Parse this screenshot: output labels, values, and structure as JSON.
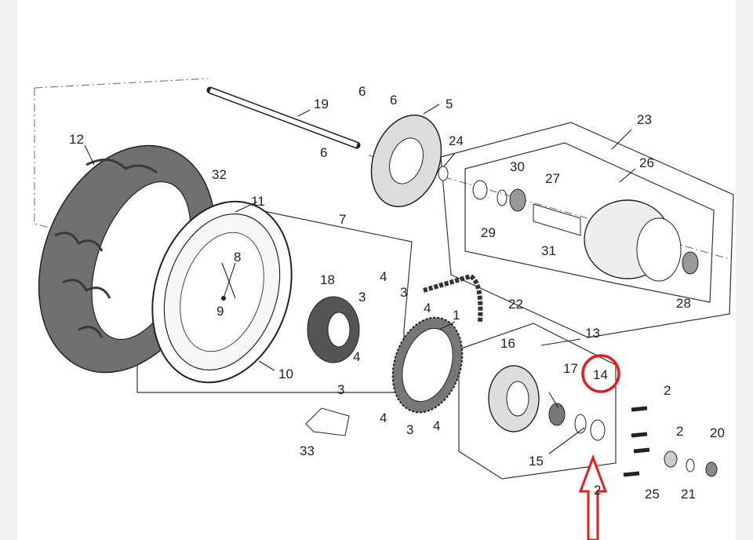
{
  "diagram": {
    "part_labels": [
      "1",
      "2",
      "2",
      "2",
      "3",
      "3",
      "3",
      "3",
      "4",
      "4",
      "4",
      "4",
      "4",
      "5",
      "6",
      "6",
      "6",
      "7",
      "8",
      "9",
      "10",
      "11",
      "12",
      "13",
      "14",
      "15",
      "16",
      "17",
      "18",
      "19",
      "20",
      "21",
      "22",
      "23",
      "24",
      "25",
      "26",
      "27",
      "28",
      "29",
      "30",
      "31",
      "32",
      "33"
    ],
    "highlight": {
      "label": "14",
      "color": "#e02020"
    },
    "colors": {
      "tire": "#707070",
      "tire_dark": "#4a4a4a",
      "line": "#222222",
      "fill_light": "#ffffff",
      "highlight": "#e02020"
    }
  }
}
